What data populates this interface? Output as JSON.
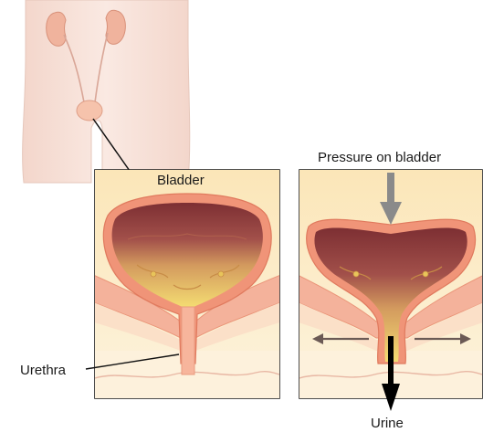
{
  "labels": {
    "bladder": "Bladder",
    "urethra": "Urethra",
    "pressure": "Pressure on bladder",
    "urine": "Urine"
  },
  "colors": {
    "skin": "#f6dfd6",
    "skin_outline": "#e3c2b6",
    "kidney": "#f2b8a3",
    "bladder_wall": "#f08a70",
    "bladder_rim": "#f4a88f",
    "lining_dark": "#8e3b3c",
    "lining_mid": "#c77b5c",
    "fill_yellow": "#f3d86a",
    "tissue_light": "#fbeccc",
    "urethra": "#f3a68b",
    "grey_arrow": "#8a8a8a",
    "dark_arrow": "#6b5a55",
    "black": "#000000"
  }
}
